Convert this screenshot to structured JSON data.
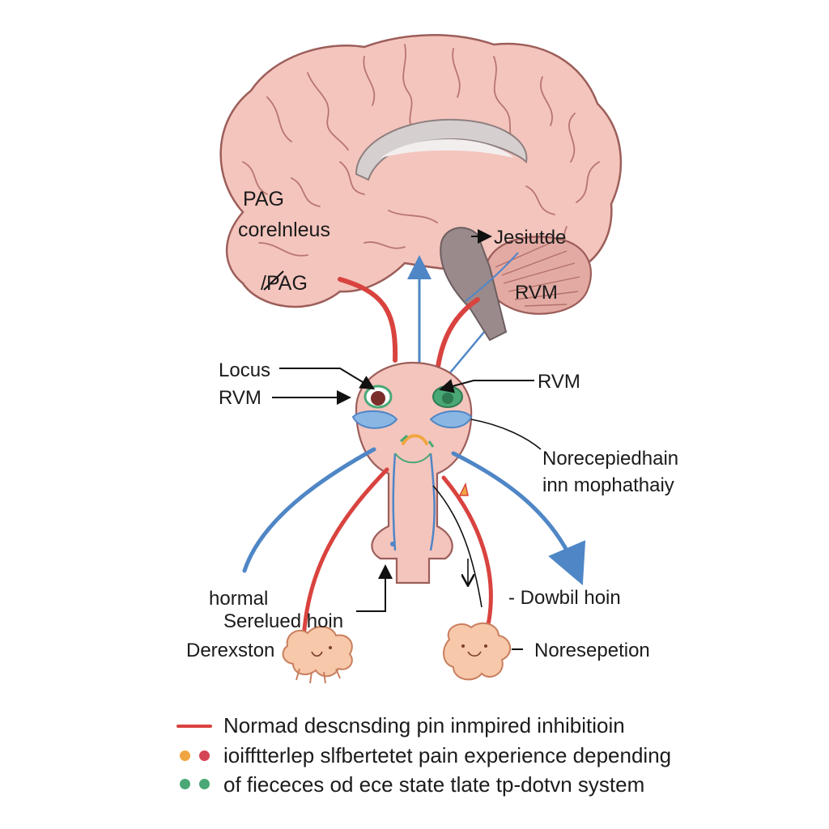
{
  "labels": {
    "pag_top": "PAG",
    "coreluleus": "corelnleus",
    "pag_slash": "/PAG",
    "jesiutde": "Jesiutde",
    "rvm_cerebellum": "RVM",
    "locus": "Locus",
    "rvm_left": "RVM",
    "rvm_right": "RVM",
    "norepi_line1": "Norecepiedhain",
    "norepi_line2": "inn mophathaiy",
    "hormal": "hormal",
    "serelued": "Serelued hoin",
    "derexston": "Derexston",
    "dowbil": "- Dowbil hoin",
    "noresepetion": "Noresepetion"
  },
  "legend": {
    "line1": "Normad descnsding pin inmpired inhibitioin",
    "line2": "ioifftterlep slfbertetet pain experience depending",
    "line3": "of fiececes od ece state tlate tp-dotvn system"
  },
  "colors": {
    "excitatory_red": "#d9433f",
    "inhibitory_blue": "#4f86c6",
    "orange_dot": "#f0a640",
    "red_dot": "#d64556",
    "green_dot": "#4aa876",
    "brain_pink": "#f4c5bd",
    "brain_outline": "#9c5e5a",
    "brainstem_gray": "#9a8a8c"
  }
}
